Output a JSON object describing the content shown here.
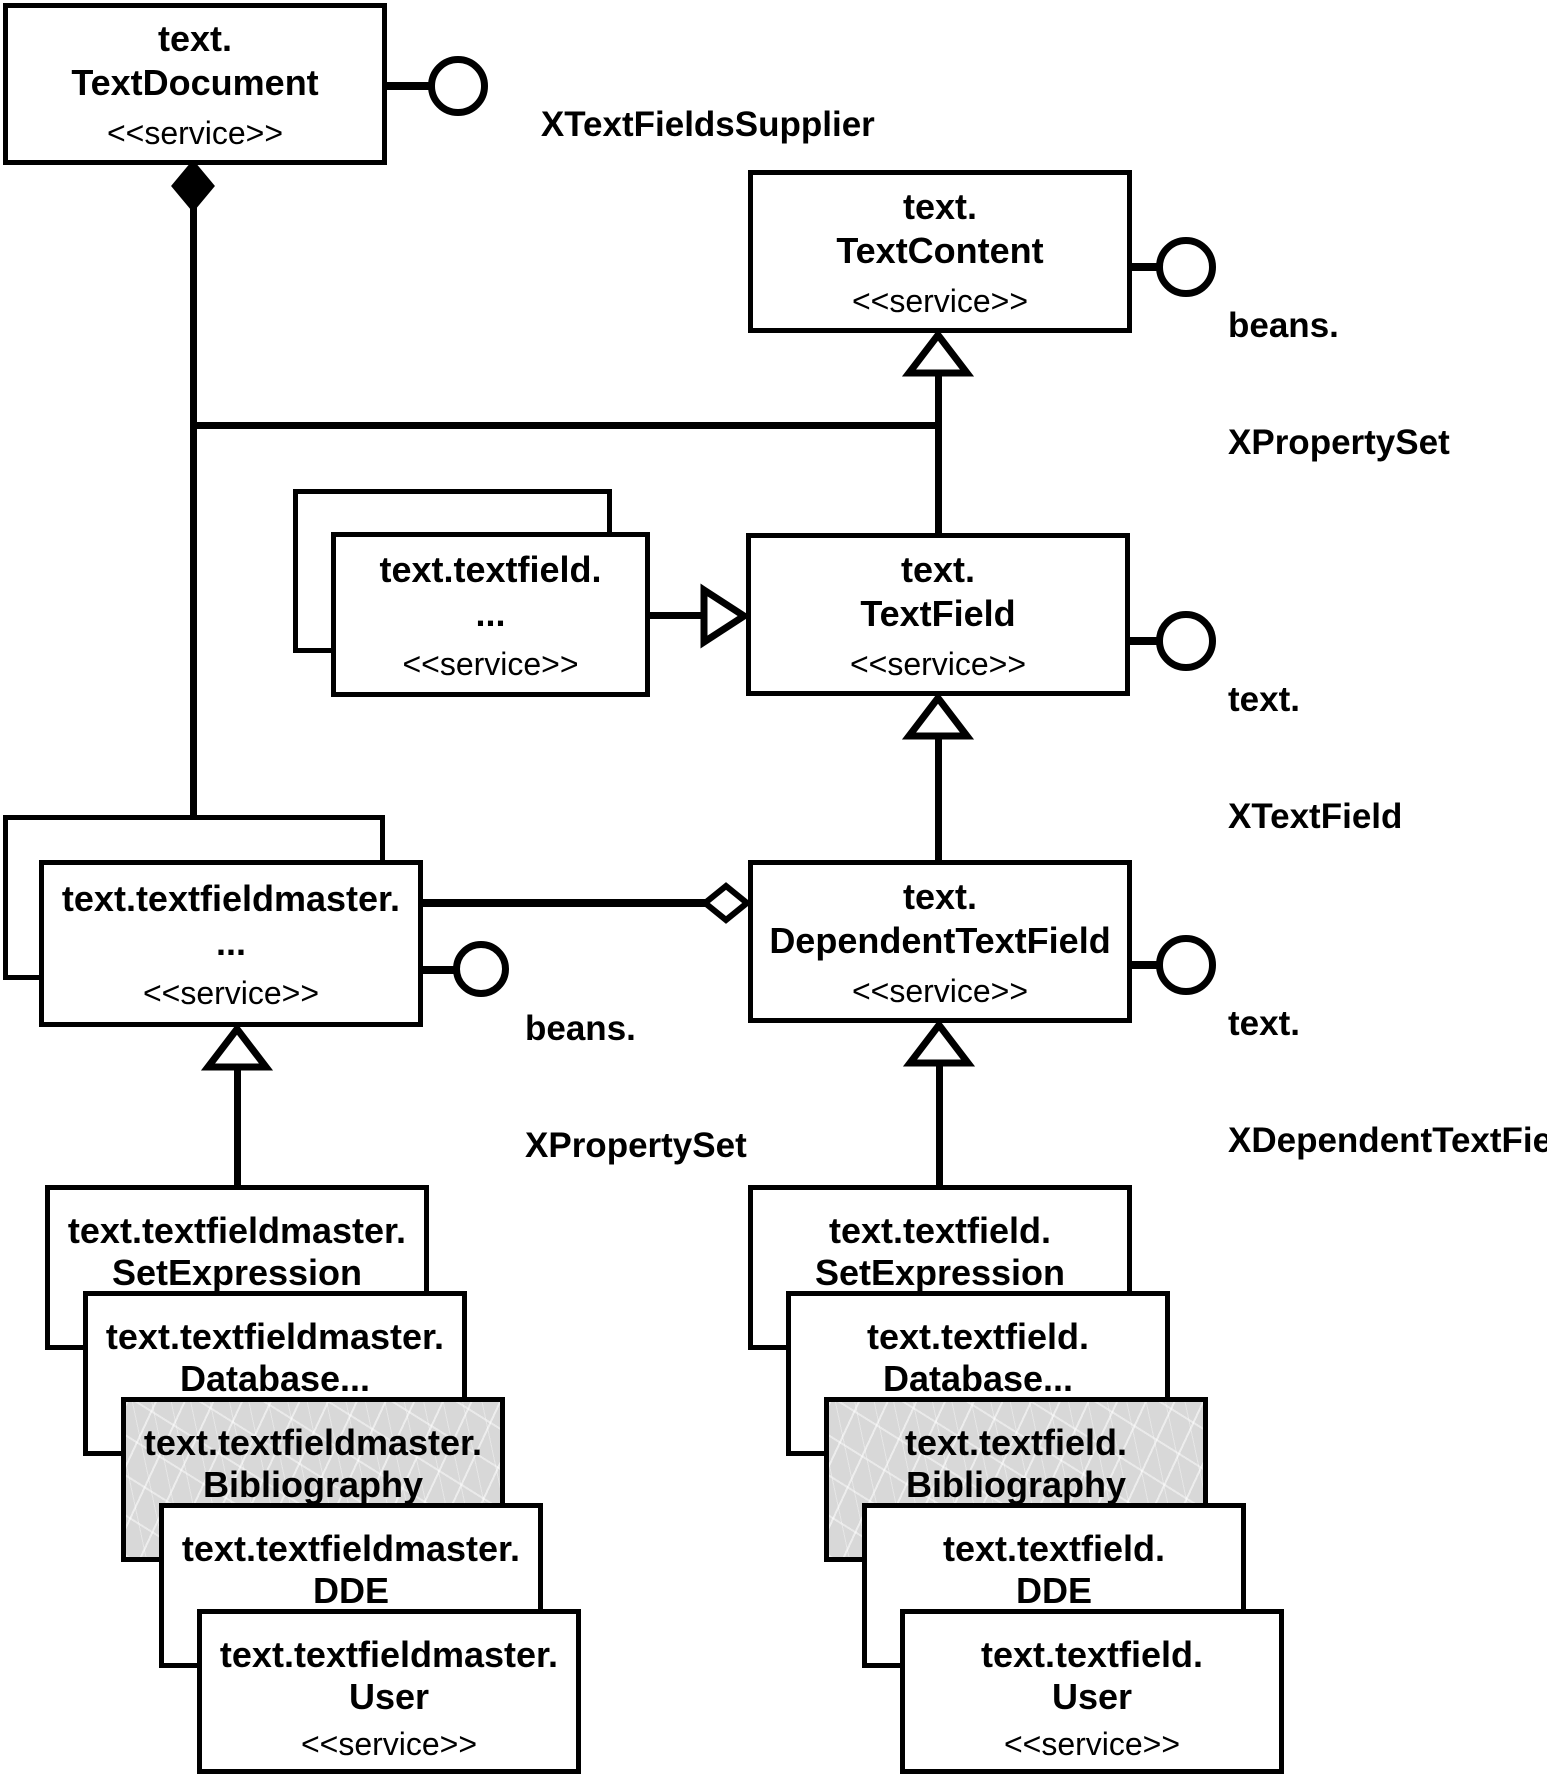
{
  "diagram": {
    "nodes": {
      "text_document": {
        "line1": "text.",
        "line2": "TextDocument",
        "stereotype": "<<service>>"
      },
      "text_content": {
        "line1": "text.",
        "line2": "TextContent",
        "stereotype": "<<service>>"
      },
      "text_field": {
        "line1": "text.",
        "line2": "TextField",
        "stereotype": "<<service>>"
      },
      "dependent_text_field": {
        "line1": "text.",
        "line2": "DependentTextField",
        "stereotype": "<<service>>"
      },
      "textfield_generic": {
        "line1": "text.textfield.",
        "line2": "...",
        "stereotype": "<<service>>"
      },
      "textfieldmaster_generic": {
        "line1": "text.textfieldmaster.",
        "line2": "...",
        "stereotype": "<<service>>"
      }
    },
    "interfaces": {
      "xtextfieldssupplier": {
        "line1": "XTextFieldsSupplier",
        "line2": ""
      },
      "beans_xpropertyset_top": {
        "line1": "beans.",
        "line2": "XPropertySet"
      },
      "text_xtextfield": {
        "line1": "text.",
        "line2": "XTextField"
      },
      "beans_xpropertyset_master": {
        "line1": "beans.",
        "line2": "XPropertySet"
      },
      "text_xdependenttextfield": {
        "line1": "text.",
        "line2": "XDependentTextField"
      }
    },
    "master_stack": {
      "prefix": "text.textfieldmaster.",
      "items": [
        "SetExpression",
        "Database...",
        "Bibliography",
        "DDE",
        "User"
      ],
      "stereotype": "<<service>>"
    },
    "field_stack": {
      "prefix": "text.textfield.",
      "items": [
        "SetExpression",
        "Database...",
        "Bibliography",
        "DDE",
        "User"
      ],
      "stereotype": "<<service>>"
    },
    "colors": {
      "line": "#000000",
      "background": "#ffffff",
      "highlight_fill": "#d8d8d8"
    }
  }
}
